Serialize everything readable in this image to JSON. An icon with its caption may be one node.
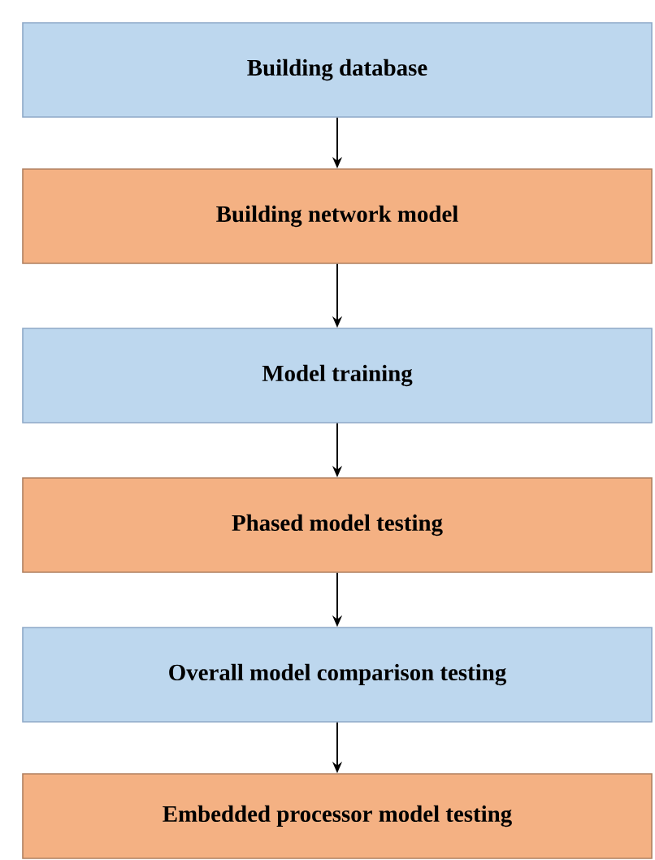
{
  "diagram": {
    "nodes": [
      {
        "text": [
          "Building database"
        ]
      },
      {
        "text": [
          "Building network model"
        ]
      },
      {
        "text": [
          "Model training"
        ]
      },
      {
        "text": [
          "Phased model testing"
        ]
      },
      {
        "text": [
          "Overall model comparison testing"
        ]
      },
      {
        "text": [
          "Embedded processor model testing"
        ]
      }
    ],
    "edges": [
      {
        "from": 0,
        "to": 1,
        "arrow": "to"
      },
      {
        "from": 1,
        "to": 2,
        "arrow": "to"
      },
      {
        "from": 2,
        "to": 3,
        "arrow": "to"
      },
      {
        "from": 3,
        "to": 4,
        "arrow": "to"
      },
      {
        "from": 4,
        "to": 5,
        "arrow": "to"
      }
    ]
  }
}
